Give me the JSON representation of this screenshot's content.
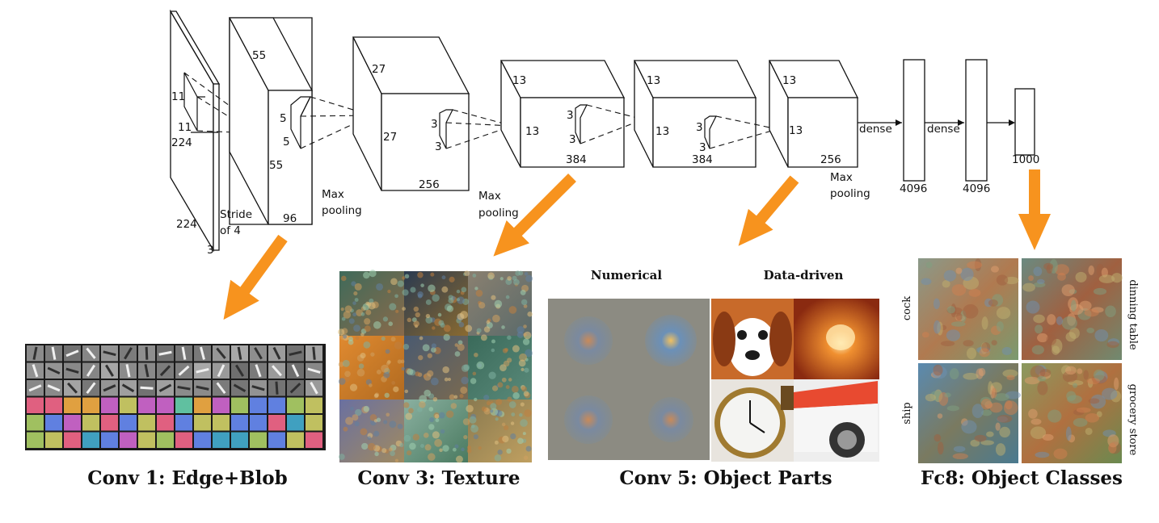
{
  "network": {
    "input": {
      "size_h": "224",
      "size_w": "224",
      "depth": "3",
      "kernel_a": "11",
      "kernel_b": "11",
      "stride": "Stride",
      "stride_b": "of 4"
    },
    "conv1": {
      "size_a": "55",
      "size_b": "55",
      "depth": "96",
      "kernel_a": "5",
      "kernel_b": "5"
    },
    "pool1": {
      "label_a": "Max",
      "label_b": "pooling"
    },
    "conv2": {
      "size_a": "27",
      "size_b": "27",
      "depth": "256",
      "kernel_a": "3",
      "kernel_b": "3"
    },
    "pool2": {
      "label_a": "Max",
      "label_b": "pooling"
    },
    "conv3": {
      "size_a": "13",
      "size_b": "13",
      "depth": "384",
      "kernel_a": "3",
      "kernel_b": "3"
    },
    "conv4": {
      "size_a": "13",
      "size_b": "13",
      "depth": "384",
      "kernel_a": "3",
      "kernel_b": "3"
    },
    "conv5": {
      "size_a": "13",
      "size_b": "13",
      "depth": "256"
    },
    "pool3": {
      "label_a": "Max",
      "label_b": "pooling"
    },
    "dense1": {
      "label": "dense",
      "size": "4096"
    },
    "dense2": {
      "label": "dense",
      "size": "4096"
    },
    "output": {
      "size": "1000"
    }
  },
  "panels": {
    "conv1": {
      "caption": "Conv 1: Edge+Blob"
    },
    "conv3": {
      "caption": "Conv 3: Texture"
    },
    "conv5": {
      "caption": "Conv 5: Object Parts",
      "header_left": "Numerical",
      "header_right": "Data-driven"
    },
    "fc8": {
      "caption": "Fc8: Object Classes",
      "class_1": "cock",
      "class_2": "dinning table",
      "class_3": "ship",
      "class_4": "grocery store"
    }
  },
  "colors": {
    "arrow": "#f7931e"
  }
}
